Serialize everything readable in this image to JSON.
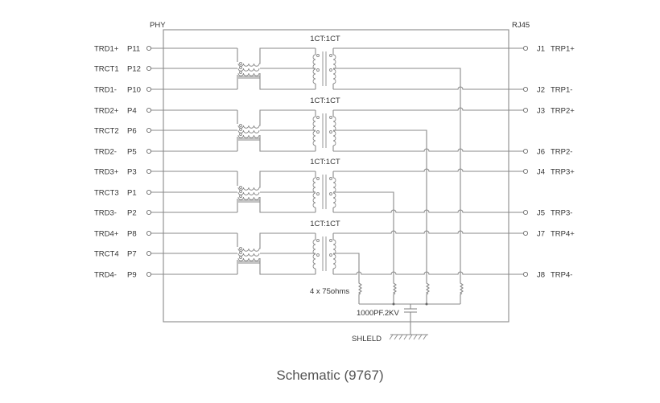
{
  "diagram": {
    "title": "Schematic (9767)",
    "phy_label": "PHY",
    "rj45_label": "RJ45",
    "transformer_ratio_label": "1CT:1CT",
    "resistor_label": "4 x 75ohms",
    "capacitor_label": "1000PF.2KV",
    "shield_label": "SHLELD",
    "left_pins": [
      {
        "signal": "TRD1+",
        "pin": "P11"
      },
      {
        "signal": "TRCT1",
        "pin": "P12"
      },
      {
        "signal": "TRD1-",
        "pin": "P10"
      },
      {
        "signal": "TRD2+",
        "pin": "P4"
      },
      {
        "signal": "TRCT2",
        "pin": "P6"
      },
      {
        "signal": "TRD2-",
        "pin": "P5"
      },
      {
        "signal": "TRD3+",
        "pin": "P3"
      },
      {
        "signal": "TRCT3",
        "pin": "P1"
      },
      {
        "signal": "TRD3-",
        "pin": "P2"
      },
      {
        "signal": "TRD4+",
        "pin": "P8"
      },
      {
        "signal": "TRCT4",
        "pin": "P7"
      },
      {
        "signal": "TRD4-",
        "pin": "P9"
      }
    ],
    "right_pins": [
      {
        "pin": "J1",
        "signal": "TRP1+"
      },
      {
        "pin": "J2",
        "signal": "TRP1-"
      },
      {
        "pin": "J3",
        "signal": "TRP2+"
      },
      {
        "pin": "J6",
        "signal": "TRP2-"
      },
      {
        "pin": "J4",
        "signal": "TRP3+"
      },
      {
        "pin": "J5",
        "signal": "TRP3-"
      },
      {
        "pin": "J7",
        "signal": "TRP4+"
      },
      {
        "pin": "J8",
        "signal": "TRP4-"
      }
    ]
  }
}
